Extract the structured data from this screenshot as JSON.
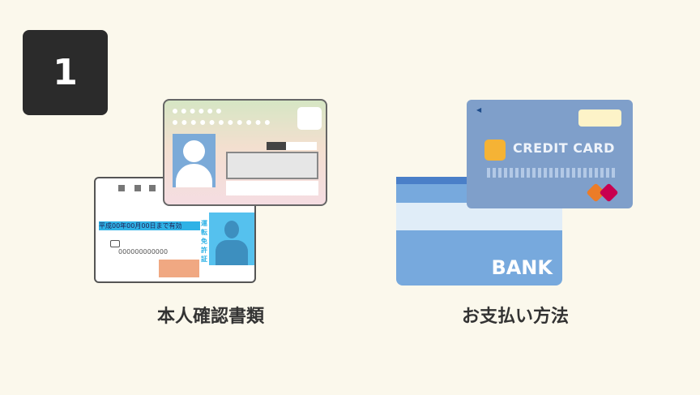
{
  "step": {
    "number": "1"
  },
  "items": [
    {
      "label": "本人確認書類",
      "license": {
        "validity": "平成00年00月00日まで有効",
        "title": "運転免許証",
        "number": "000000000000"
      }
    },
    {
      "label": "お支払い方法",
      "credit_card": {
        "text": "CREDIT CARD"
      },
      "bank_card": {
        "text": "BANK"
      }
    }
  ],
  "colors": {
    "badge": "#2b2b2b",
    "background": "#fbf8ec",
    "credit": "#7f9fca",
    "bank": "#77a9dd"
  }
}
